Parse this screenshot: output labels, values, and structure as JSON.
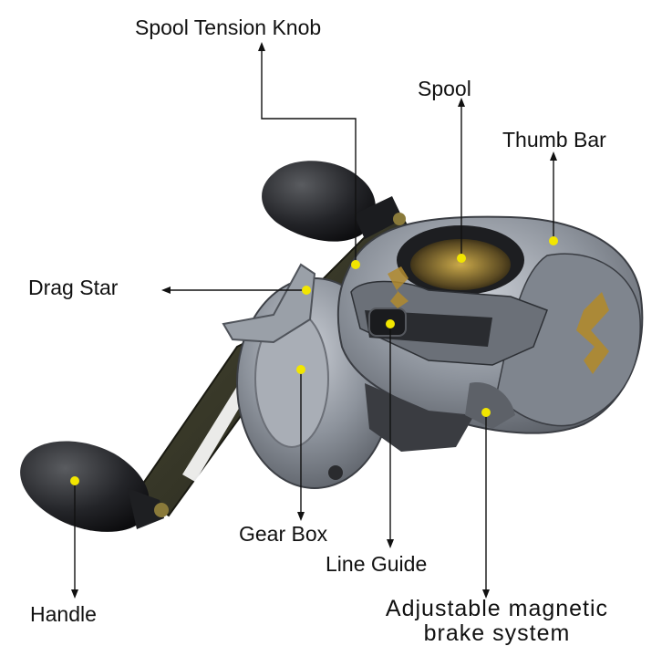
{
  "diagram": {
    "labels": {
      "spool_tension_knob": "Spool Tension Knob",
      "spool": "Spool",
      "thumb_bar": "Thumb Bar",
      "drag_star": "Drag Star",
      "gear_box": "Gear Box",
      "line_guide": "Line Guide",
      "handle": "Handle",
      "magnetic_brake_line1": "Adjustable magnetic",
      "magnetic_brake_line2": "brake system"
    },
    "colors": {
      "marker": "#f2e600",
      "leader": "#111111",
      "reel_body": "#8e949e",
      "reel_dark": "#2b2d31",
      "handle_arm": "#3a3a2a",
      "logo_gold": "#b08a2e"
    }
  }
}
